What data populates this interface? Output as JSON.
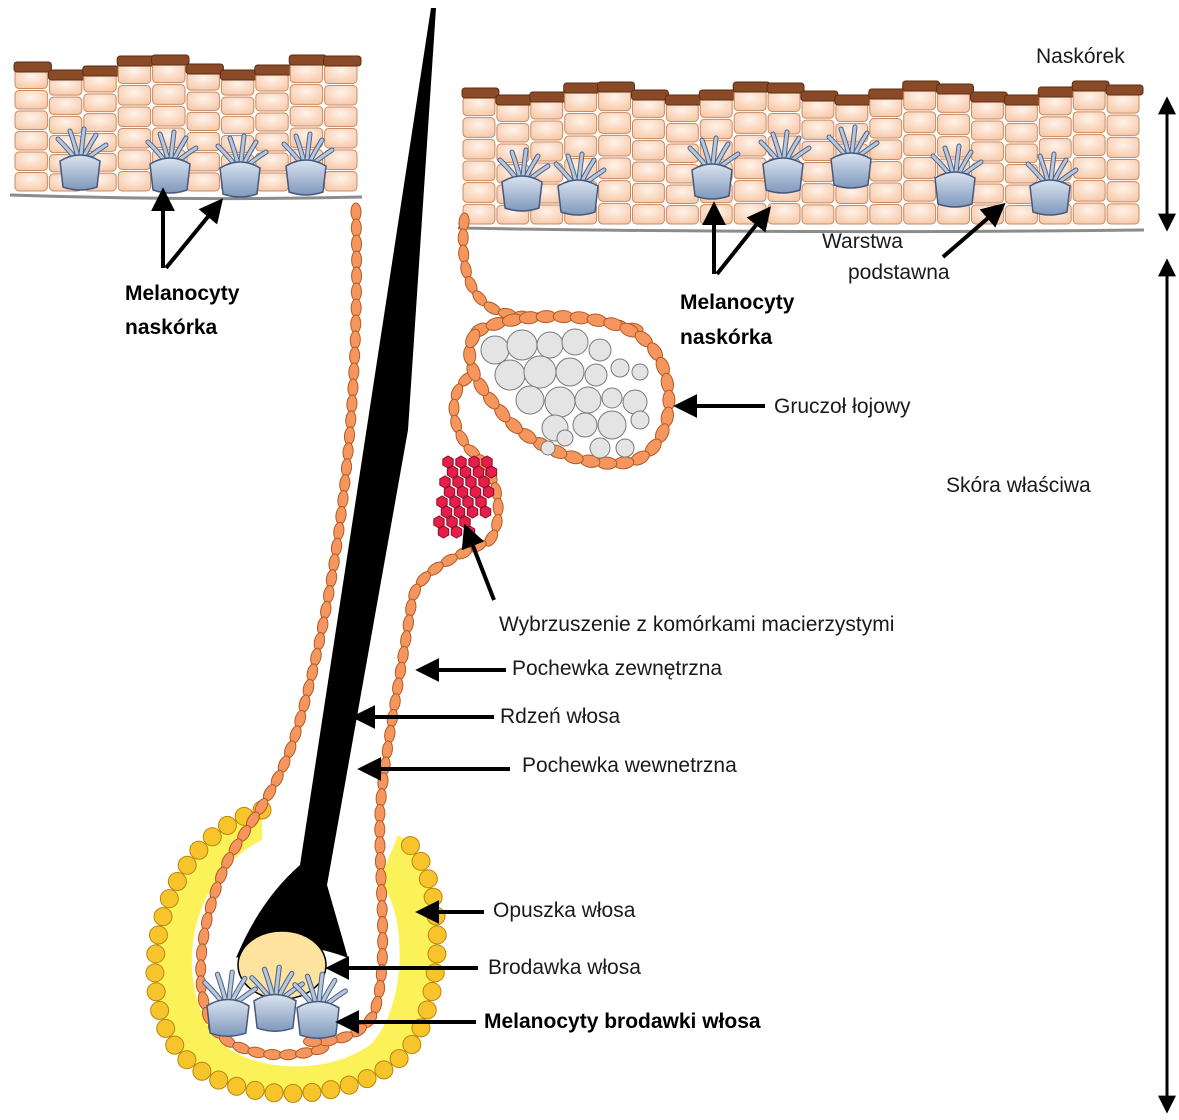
{
  "labels": {
    "epidermis": "Naskórek",
    "dermis": "Skóra właściwa",
    "basal_layer_line1": "Warstwa",
    "basal_layer_line2": "podstawna",
    "melanocytes_left_line1": "Melanocyty",
    "melanocytes_left_line2": "naskórka",
    "melanocytes_right_line1": "Melanocyty",
    "melanocytes_right_line2": "naskórka",
    "sebaceous_gland": "Gruczoł łojowy",
    "bulge": "Wybrzuszenie z komórkami macierzystymi",
    "outer_sheath": "Pochewka zewnętrzna",
    "hair_shaft": "Rdzeń włosa",
    "inner_sheath": "Pochewka wewnetrzna",
    "hair_bulb": "Opuszka włosa",
    "dermal_papilla": "Brodawka włosa",
    "papilla_melanocytes": "Melanocyty brodawki włosa"
  },
  "colors": {
    "cell_fill": "#fbd8c0",
    "cell_stroke": "#c98b63",
    "cell_top": "#8a4a28",
    "melanocyte": "#9fb4d0",
    "sheath": "#f4965e",
    "bulb_fill": "#fbf25a",
    "bulb_dot": "#f7c52b",
    "sebaceous_cell": "#e4e4e4",
    "stem_cell": "#e81e4a",
    "papilla": "#fde39d",
    "shaft": "#000000"
  }
}
